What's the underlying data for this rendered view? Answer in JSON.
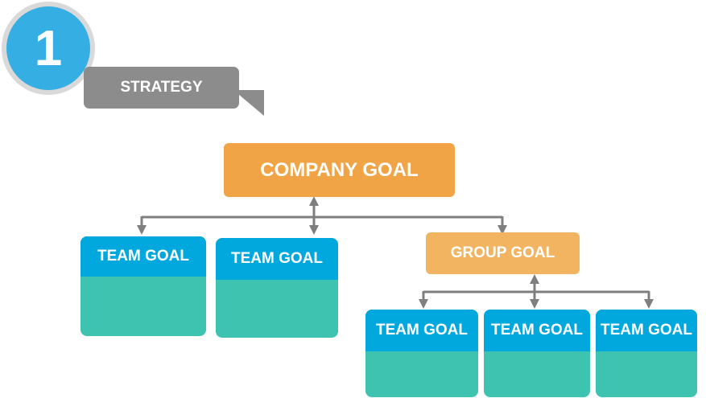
{
  "step": {
    "number": "1",
    "label": "STRATEGY"
  },
  "colors": {
    "badge": "#34aee3",
    "badge_ring": "#d9d9d9",
    "bubble": "#8c8c8c",
    "company_goal": "#f0a445",
    "group_goal": "#f2b460",
    "team_header": "#00a8de",
    "team_body": "#3dc3b0",
    "connector": "#7f7f7f"
  },
  "diagram": {
    "company_goal": "COMPANY GOAL",
    "group_goal": "GROUP GOAL",
    "team_goals_direct": [
      "TEAM GOAL",
      "TEAM GOAL"
    ],
    "team_goals_group": [
      "TEAM GOAL",
      "TEAM GOAL",
      "TEAM GOAL"
    ]
  }
}
